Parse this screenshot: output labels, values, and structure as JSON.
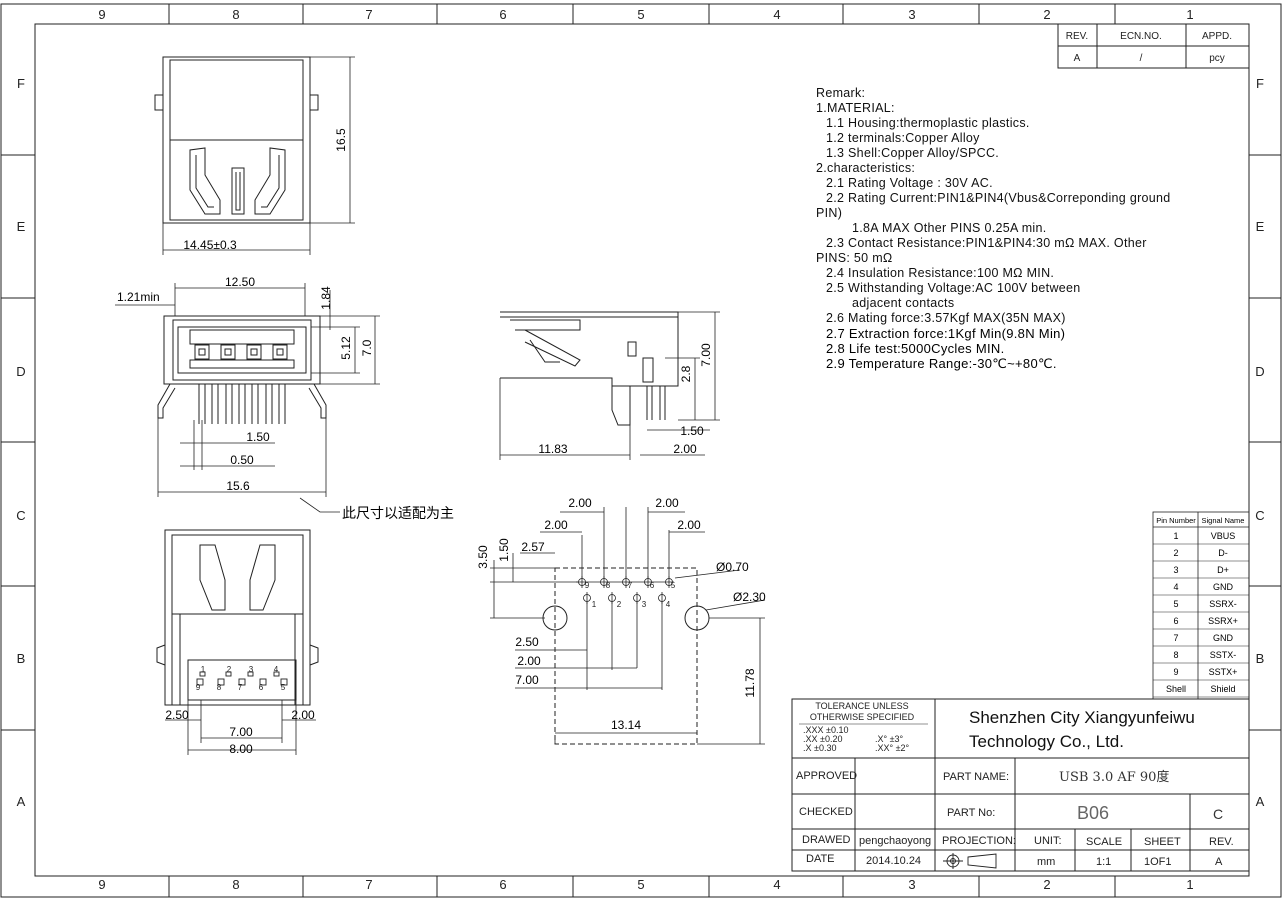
{
  "border": {
    "col_labels_top": [
      "9",
      "8",
      "7",
      "6",
      "5",
      "4",
      "3",
      "2",
      "1"
    ],
    "col_labels_bottom": [
      "9",
      "8",
      "7",
      "6",
      "5",
      "4",
      "3",
      "2",
      "1"
    ],
    "row_labels": [
      "F",
      "E",
      "D",
      "C",
      "B",
      "A"
    ]
  },
  "revision_block": {
    "headers": [
      "REV.",
      "ECN.NO.",
      "APPD."
    ],
    "values": [
      "A",
      "/",
      "pcy"
    ]
  },
  "remark": {
    "lines": [
      {
        "indent": 0,
        "text": "Remark:"
      },
      {
        "indent": 0,
        "text": "1.MATERIAL:"
      },
      {
        "indent": 1,
        "text": "1.1  Housing:thermoplastic  plastics."
      },
      {
        "indent": 1,
        "text": "1.2  terminals:Copper  Alloy"
      },
      {
        "indent": 1,
        "text": "1.3  Shell:Copper  Alloy/SPCC."
      },
      {
        "indent": 0,
        "text": "2.characteristics:"
      },
      {
        "indent": 1,
        "text": "2.1  Rating  Voltage  :  30V  AC."
      },
      {
        "indent": 1,
        "text": "2.2  Rating  Current:PIN1&PIN4(Vbus&Correponding  ground"
      },
      {
        "indent": 0,
        "text": "PIN)"
      },
      {
        "indent": 2,
        "text": "  1.8A  MAX    Other  PINS  0.25A  min."
      },
      {
        "indent": 1,
        "text": "2.3  Contact  Resistance:PIN1&PIN4:30  mΩ  MAX.  Other"
      },
      {
        "indent": 0,
        "text": "PINS:  50  mΩ"
      },
      {
        "indent": 1,
        "text": "2.4  Insulation  Resistance:100  MΩ  MIN."
      },
      {
        "indent": 1,
        "text": "2.5  Withstanding  Voltage:AC  100V  between"
      },
      {
        "indent": 2,
        "text": "adjacent  contacts"
      },
      {
        "indent": 1,
        "text": "2.6  Mating  force:3.57Kgf MAX(35N MAX)"
      },
      {
        "indent": 1,
        "text": "2.7 Extraction force:1Kgf Min(9.8N Min)",
        "big": true
      },
      {
        "indent": 1,
        "text": "2.8 Life test:5000Cycles MIN.",
        "big": true
      },
      {
        "indent": 1,
        "text": "2.9 Temperature Range:-30℃~+80℃.",
        "big": true
      }
    ]
  },
  "dimensions": {
    "top_view_height": "16.5",
    "top_view_width": "14.45±0.3",
    "front_width_inner": "12.50",
    "front_min": "1.21min",
    "front_184": "1.84",
    "front_512": "5.12",
    "front_70": "7.0",
    "front_pitch": "1.50",
    "front_050": "0.50",
    "front_total": "15.6",
    "front_note": "此尺寸以适配为主",
    "side_700": "7.00",
    "side_28": "2.8",
    "side_150": "1.50",
    "side_1183": "11.83",
    "side_200": "2.00",
    "bottom_250": "2.50",
    "bottom_200": "2.00",
    "bottom_700": "7.00",
    "bottom_800": "8.00",
    "pcb_200a": "2.00",
    "pcb_200b": "2.00",
    "pcb_200c": "2.00",
    "pcb_200d": "2.00",
    "pcb_257": "2.57",
    "pcb_350": "3.50",
    "pcb_150": "1.50",
    "pcb_hole_small": "Ø0.70",
    "pcb_hole_big": "Ø2.30",
    "pcb_250": "2.50",
    "pcb_200e": "2.00",
    "pcb_700": "7.00",
    "pcb_1314": "13.14",
    "pcb_1178": "11.78"
  },
  "pin_labels_bottom_view": [
    "1",
    "2",
    "3",
    "4",
    "9",
    "8",
    "7",
    "6",
    "5"
  ],
  "pin_labels_pcb": [
    "9",
    "8",
    "7",
    "6",
    "5",
    "1",
    "2",
    "3",
    "4"
  ],
  "pin_table": {
    "headers": [
      "Pin Number",
      "Signal Name"
    ],
    "rows": [
      [
        "1",
        "VBUS"
      ],
      [
        "2",
        "D-"
      ],
      [
        "3",
        "D+"
      ],
      [
        "4",
        "GND"
      ],
      [
        "5",
        "SSRX-"
      ],
      [
        "6",
        "SSRX+"
      ],
      [
        "7",
        "GND"
      ],
      [
        "8",
        "SSTX-"
      ],
      [
        "9",
        "SSTX+"
      ],
      [
        "Shell",
        "Shield"
      ]
    ]
  },
  "title_block": {
    "tolerance_title": [
      "TOLERANCE  UNLESS",
      "OTHERWISE  SPECIFIED"
    ],
    "tolerance_rows": [
      [
        ".XXX  ±0.10",
        ""
      ],
      [
        ".XX   ±0.20",
        ".X°    ±3°"
      ],
      [
        ".X    ±0.30",
        ".XX°   ±2°"
      ]
    ],
    "company": [
      "Shenzhen City Xiangyunfeiwu",
      "Technology Co., Ltd."
    ],
    "approved_label": "APPROVED",
    "checked_label": "CHECKED",
    "drawed_label": "DRAWED",
    "date_label": "DATE",
    "drawed_value": "pengchaoyong",
    "date_value": "2014.10.24",
    "part_name_label": "PART NAME:",
    "part_name_value": "USB 3.0 AF 90度",
    "part_no_label": "PART No:",
    "part_no_value": "B06",
    "part_rev_value": "C",
    "projection_label": "PROJECTION:",
    "unit_label": "UNIT:",
    "unit_value": "mm",
    "scale_label": "SCALE",
    "scale_value": "1:1",
    "sheet_label": "SHEET",
    "sheet_value": "1OF1",
    "rev_label": "REV.",
    "rev_value": "A"
  }
}
